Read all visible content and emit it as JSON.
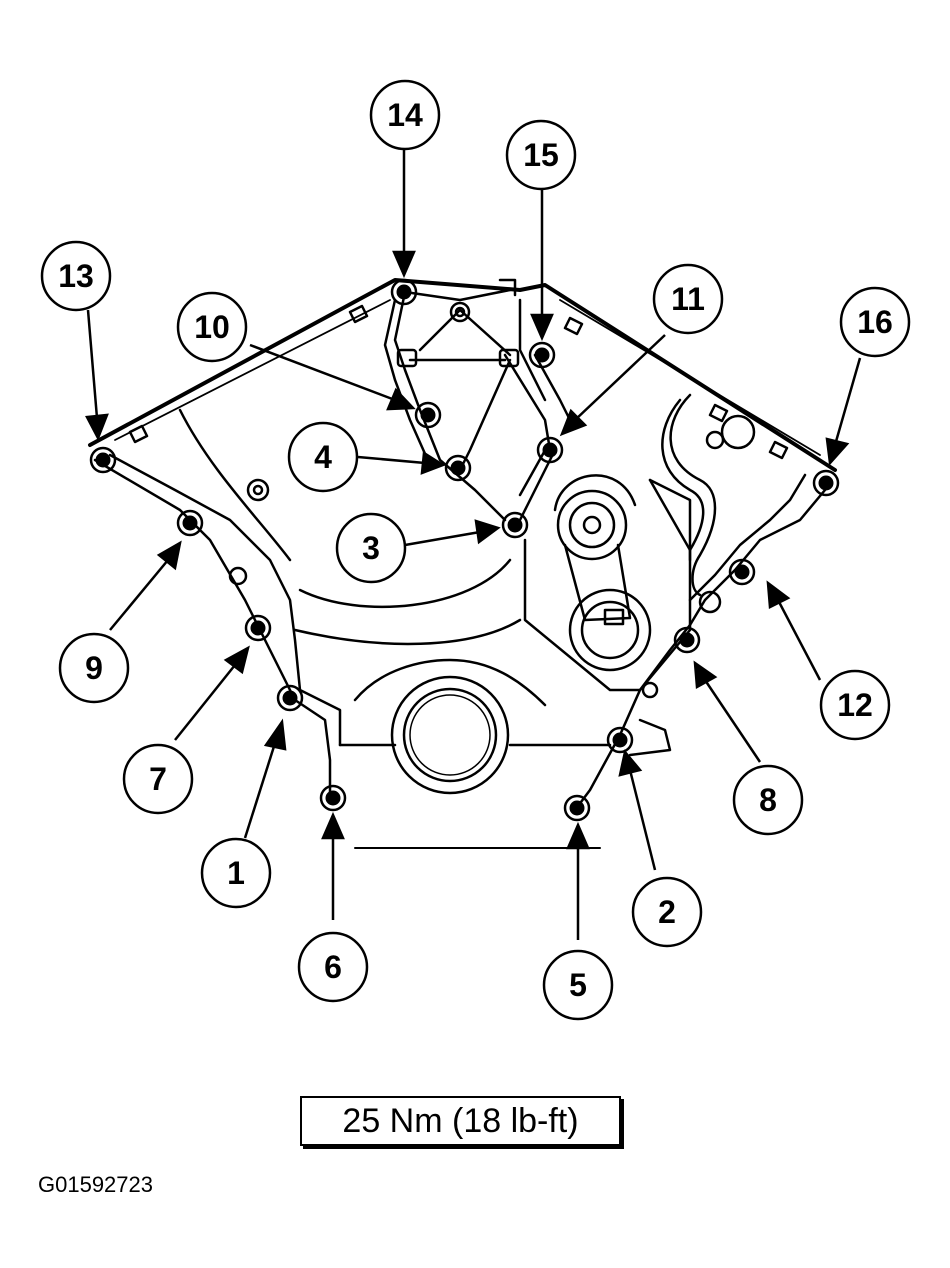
{
  "callouts": [
    {
      "label": "1"
    },
    {
      "label": "2"
    },
    {
      "label": "3"
    },
    {
      "label": "4"
    },
    {
      "label": "5"
    },
    {
      "label": "6"
    },
    {
      "label": "7"
    },
    {
      "label": "8"
    },
    {
      "label": "9"
    },
    {
      "label": "10"
    },
    {
      "label": "11"
    },
    {
      "label": "12"
    },
    {
      "label": "13"
    },
    {
      "label": "14"
    },
    {
      "label": "15"
    },
    {
      "label": "16"
    }
  ],
  "torque_spec": "25 Nm (18 lb-ft)",
  "figure_id": "G01592723"
}
